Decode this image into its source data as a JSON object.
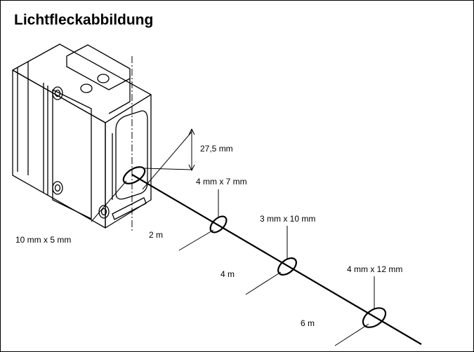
{
  "title": "Lichtfleckabbildung",
  "labels": {
    "offset_height": "27,5 mm",
    "spot_0m": "10 mm x 5 mm",
    "spot_2m": "4 mm x 7 mm",
    "spot_4m": "3 mm x 10 mm",
    "spot_6m": "4 mm x 12 mm",
    "distance_2m": "2 m",
    "distance_4m": "4 m",
    "distance_6m": "6 m"
  },
  "colors": {
    "line": "#000000",
    "background": "#ffffff"
  },
  "icons": [
    "sensor-housing-icon",
    "mounting-screw-icon",
    "light-spot-ellipse-icon"
  ]
}
